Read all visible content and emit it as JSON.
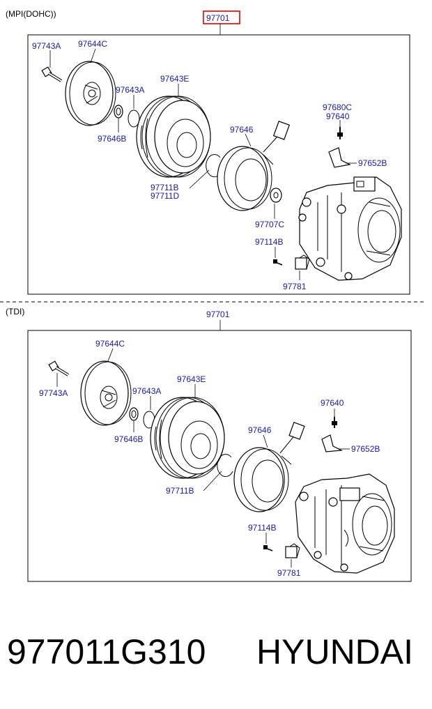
{
  "sections": [
    {
      "variant": "(MPI(DOHC))",
      "assembly": "97701",
      "highlighted": true,
      "labels": {
        "bolt": "97743A",
        "plate": "97644C",
        "shim_a": "97643A",
        "shim_b": "97646B",
        "pulley": "97643E",
        "snap_b": "97711B",
        "snap_d": "97711D",
        "coil": "97646",
        "screw": "97680C",
        "screw2": "97640",
        "bracket": "97652B",
        "washer": "97707C",
        "bolt_small": "97114B",
        "sensor": "97781"
      }
    },
    {
      "variant": "(TDI)",
      "assembly": "97701",
      "highlighted": false,
      "labels": {
        "bolt": "97743A",
        "plate": "97644C",
        "shim_a": "97643A",
        "shim_b": "97646B",
        "pulley": "97643E",
        "snap_b": "97711B",
        "coil": "97646",
        "screw2": "97640",
        "bracket": "97652B",
        "bolt_small": "97114B",
        "sensor": "97781"
      }
    }
  ],
  "footer": {
    "part_number": "977011G310",
    "brand": "HYUNDAI"
  },
  "colors": {
    "label": "#1a1aa8",
    "highlight_box": "#e00000"
  }
}
